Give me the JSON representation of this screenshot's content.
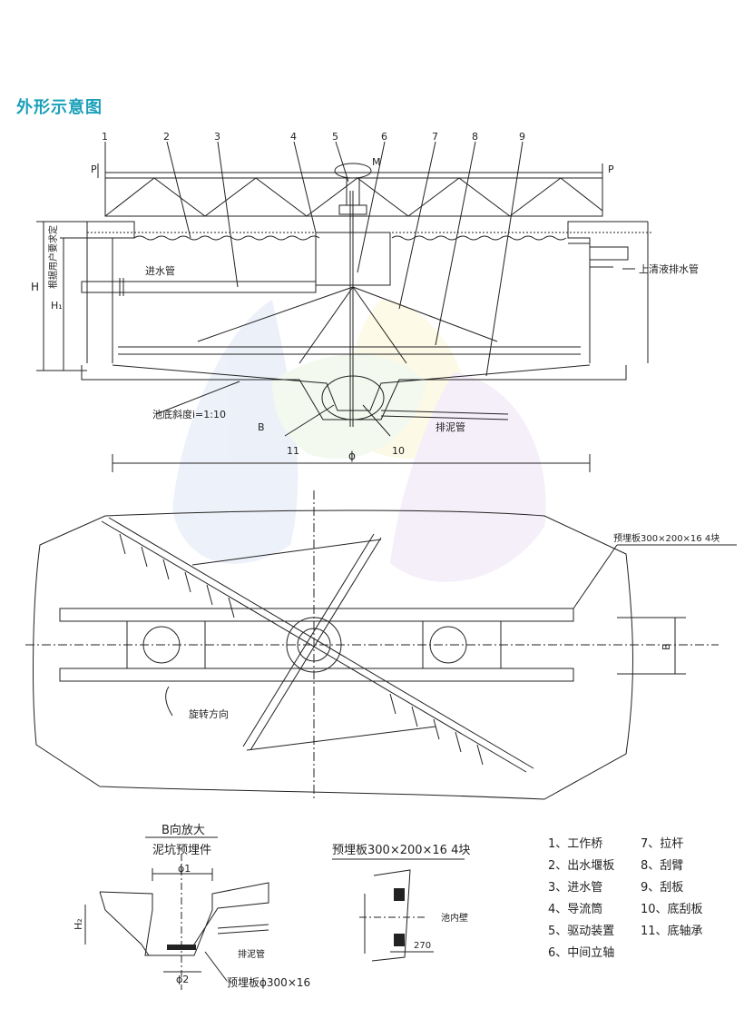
{
  "page_title": "外形示意图",
  "callout_numbers": [
    "1",
    "2",
    "3",
    "4",
    "5",
    "6",
    "7",
    "8",
    "9"
  ],
  "elevation": {
    "label_P": "P",
    "label_M": "M",
    "label_H": "H",
    "label_H1": "H₁",
    "label_user_req": "根据用户要求定",
    "inlet_pipe": "进水管",
    "outlet_pipe": "上清液排水管",
    "slope": "池底斜度i=1:10",
    "label_B": "B",
    "sludge_pipe": "排泥管",
    "label_11": "11",
    "label_10": "10",
    "label_phi": "ϕ"
  },
  "plan": {
    "embed_plate": "预埋板300×200×16  4块",
    "rotation": "旋转方向",
    "label_B": "B"
  },
  "detail_b": {
    "title": "B向放大",
    "subtitle": "泥坑预埋件",
    "phi1": "ϕ1",
    "phi2": "ϕ2",
    "H2": "H₂",
    "sludge_pipe": "排泥管",
    "plate": "预埋板ϕ300×16"
  },
  "detail_plate": {
    "title": "预埋板300×200×16  4块",
    "wall": "池内壁",
    "dim": "270"
  },
  "legend": [
    {
      "left": "1、工作桥",
      "right": "7、拉杆"
    },
    {
      "left": "2、出水堰板",
      "right": "8、刮臂"
    },
    {
      "left": "3、进水管",
      "right": "9、刮板"
    },
    {
      "left": "4、导流筒",
      "right": "10、底刮板"
    },
    {
      "left": "5、驱动装置",
      "right": "11、底轴承"
    },
    {
      "left": "6、中间立轴",
      "right": ""
    }
  ],
  "colors": {
    "title": "#1a9fb8",
    "line": "#222222"
  }
}
